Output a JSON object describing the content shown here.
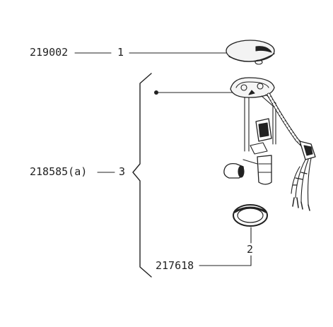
{
  "parts": [
    {
      "callout": "1",
      "part_number": "219002"
    },
    {
      "callout": "3",
      "part_number": "218585(a)"
    },
    {
      "callout": "2",
      "part_number": "217618"
    }
  ],
  "colors": {
    "ink": "#222222",
    "paper": "#ffffff"
  }
}
